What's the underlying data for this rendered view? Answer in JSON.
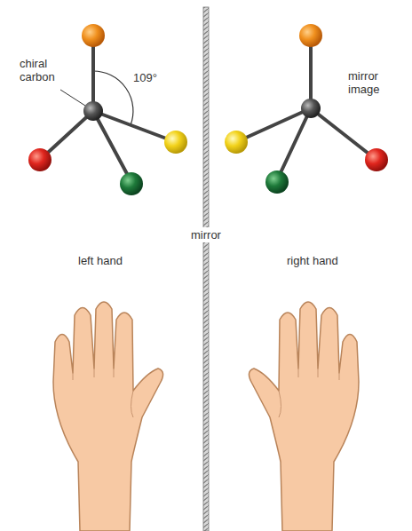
{
  "diagram": {
    "labels": [
      "chiral carbon",
      "109°",
      "mirror image",
      "mirror",
      "left hand",
      "right hand"
    ]
  }
}
